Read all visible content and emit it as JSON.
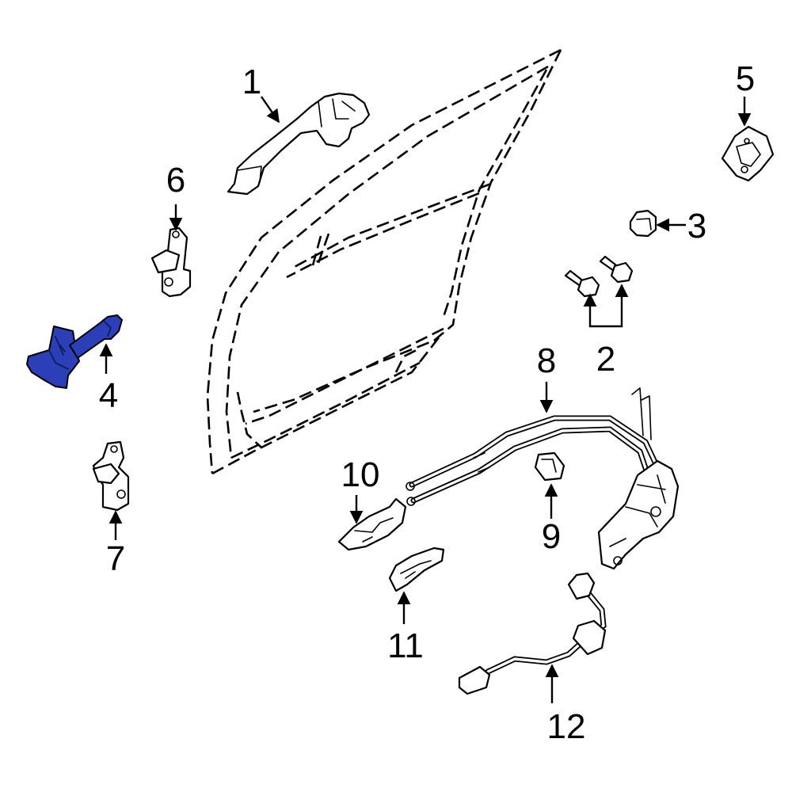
{
  "callouts": {
    "c1": "1",
    "c2": "2",
    "c3": "3",
    "c4": "4",
    "c5": "5",
    "c6": "6",
    "c7": "7",
    "c8": "8",
    "c9": "9",
    "c10": "10",
    "c11": "11",
    "c12": "12"
  },
  "highlight_color": "#2a3fb8",
  "highlighted_part": "4"
}
